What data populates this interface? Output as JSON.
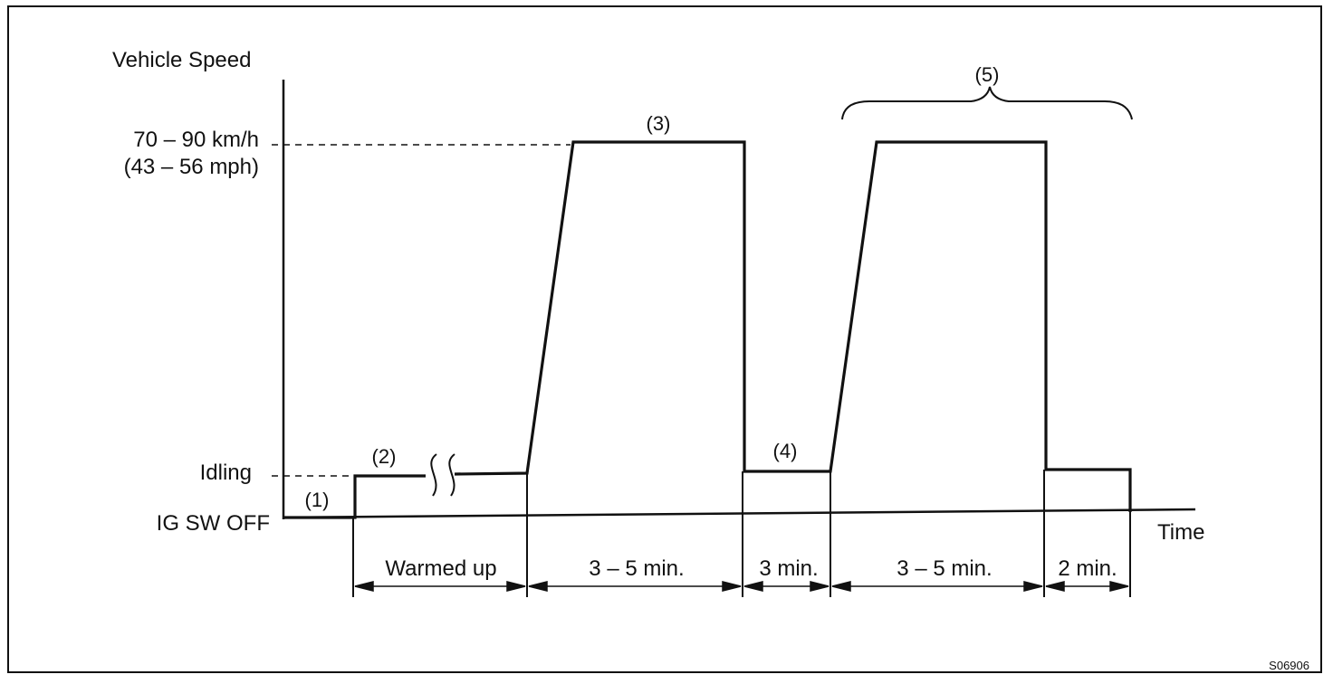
{
  "y_axis_label": "Vehicle Speed",
  "x_axis_label": "Time",
  "speed_label_line1": "70 – 90 km/h",
  "speed_label_line2": "(43 – 56 mph)",
  "idling_label": "Idling",
  "ig_label": "IG SW OFF",
  "steps": [
    "(1)",
    "(2)",
    "(3)",
    "(4)",
    "(5)"
  ],
  "intervals": [
    "Warmed up",
    "3 – 5 min.",
    "3 min.",
    "3 – 5 min.",
    "2 min."
  ],
  "figure_id": "S06906"
}
